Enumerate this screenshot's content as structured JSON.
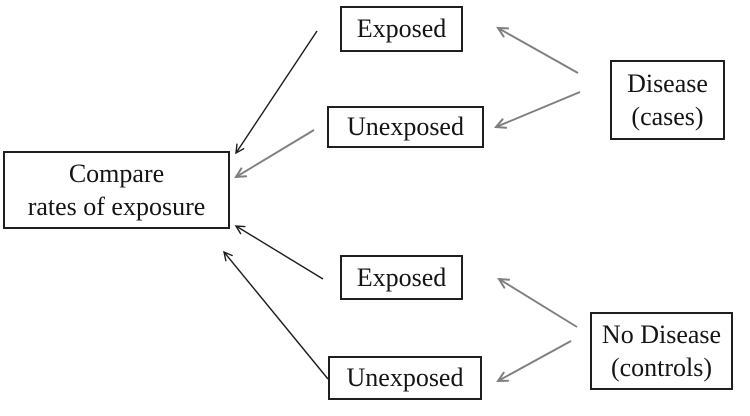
{
  "colors": {
    "background": "#ffffff",
    "arrow_black": "#1c1c1c",
    "arrow_gray": "#7f7f7f",
    "box_border": "#1f1f1f",
    "text": "#141414"
  },
  "nodes": {
    "compare": {
      "line1": "Compare",
      "line2": "rates of exposure"
    },
    "exposed_cases": {
      "label": "Exposed"
    },
    "unexposed_cases": {
      "label": "Unexposed"
    },
    "disease_cases": {
      "line1": "Disease",
      "line2": "(cases)"
    },
    "exposed_controls": {
      "label": "Exposed"
    },
    "unexposed_controls": {
      "label": "Unexposed"
    },
    "no_disease_controls": {
      "line1": "No Disease",
      "line2": "(controls)"
    }
  },
  "connections": [
    {
      "from": "exposed-cases",
      "to": "compare",
      "color": "black"
    },
    {
      "from": "unexposed-cases",
      "to": "compare",
      "color": "gray"
    },
    {
      "from": "disease-cases",
      "to": "exposed-cases",
      "color": "gray"
    },
    {
      "from": "disease-cases",
      "to": "unexposed-cases",
      "color": "gray"
    },
    {
      "from": "exposed-controls",
      "to": "compare",
      "color": "black"
    },
    {
      "from": "unexposed-controls",
      "to": "compare",
      "color": "black"
    },
    {
      "from": "no-disease-controls",
      "to": "exposed-controls",
      "color": "gray"
    },
    {
      "from": "no-disease-controls",
      "to": "unexposed-controls",
      "color": "gray"
    }
  ]
}
